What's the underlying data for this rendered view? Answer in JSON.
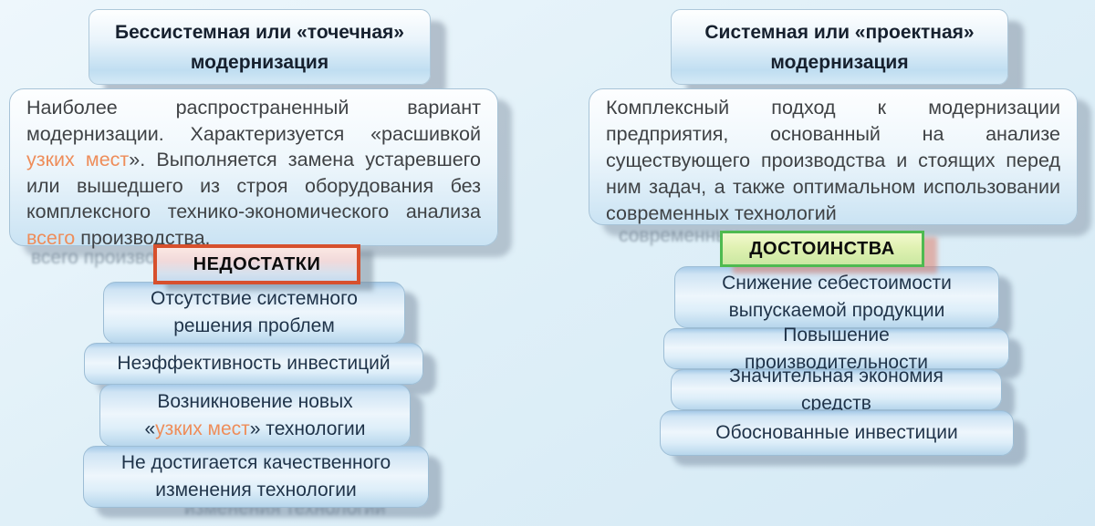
{
  "left": {
    "header": "Бессистемная или «точечная» модернизация",
    "paragraph": {
      "l1": "Наиболее распространенный вариант",
      "l2": "модернизации. Характеризуется «расшивкой",
      "l3a": "узких мест",
      "l3b": "». Выполняется замена устаревшего",
      "l4": "или вышедшего из строя оборудования без",
      "l5": "комплексного технико-экономического анализа",
      "l6a": "всего",
      "l6b": " производства."
    },
    "badge": "НЕДОСТАТКИ",
    "items": [
      {
        "p1": "Отсутствие системного решения проблем"
      },
      {
        "p1": "Неэффективность инвестиций"
      },
      {
        "p1": "Возникновение новых «",
        "a1": "узких мест",
        "p2": "» технологии"
      },
      {
        "p1": "Не достигается качественного изменения технологии"
      }
    ]
  },
  "right": {
    "header": "Системная или «проектная» модернизация",
    "paragraph": {
      "l1": "Комплексный подход к модернизации",
      "l2": "предприятия, основанный на анализе",
      "l3": "существующего производства и стоящих перед",
      "l4": "ним задач, а также оптимальном использовании",
      "l5": "современных технологий"
    },
    "badge": "ДОСТОИНСТВА",
    "items": [
      {
        "p1": "Снижение себестоимости выпускаемой продукции"
      },
      {
        "p1": "Повышение производительности"
      },
      {
        "p1": "Значительная экономия средств"
      },
      {
        "p1": "Обоснованные инвестиции"
      }
    ]
  },
  "ghosts": {
    "left_paragraph_shadow": "всего производства.",
    "right_paragraph_shadow": "современных",
    "left_item_shadow": "изменения технологии"
  },
  "colors": {
    "accent_orange": "#ee8d5a",
    "red_border": "#d7502d",
    "green_border": "#4eba50",
    "background": "#dceef7"
  }
}
